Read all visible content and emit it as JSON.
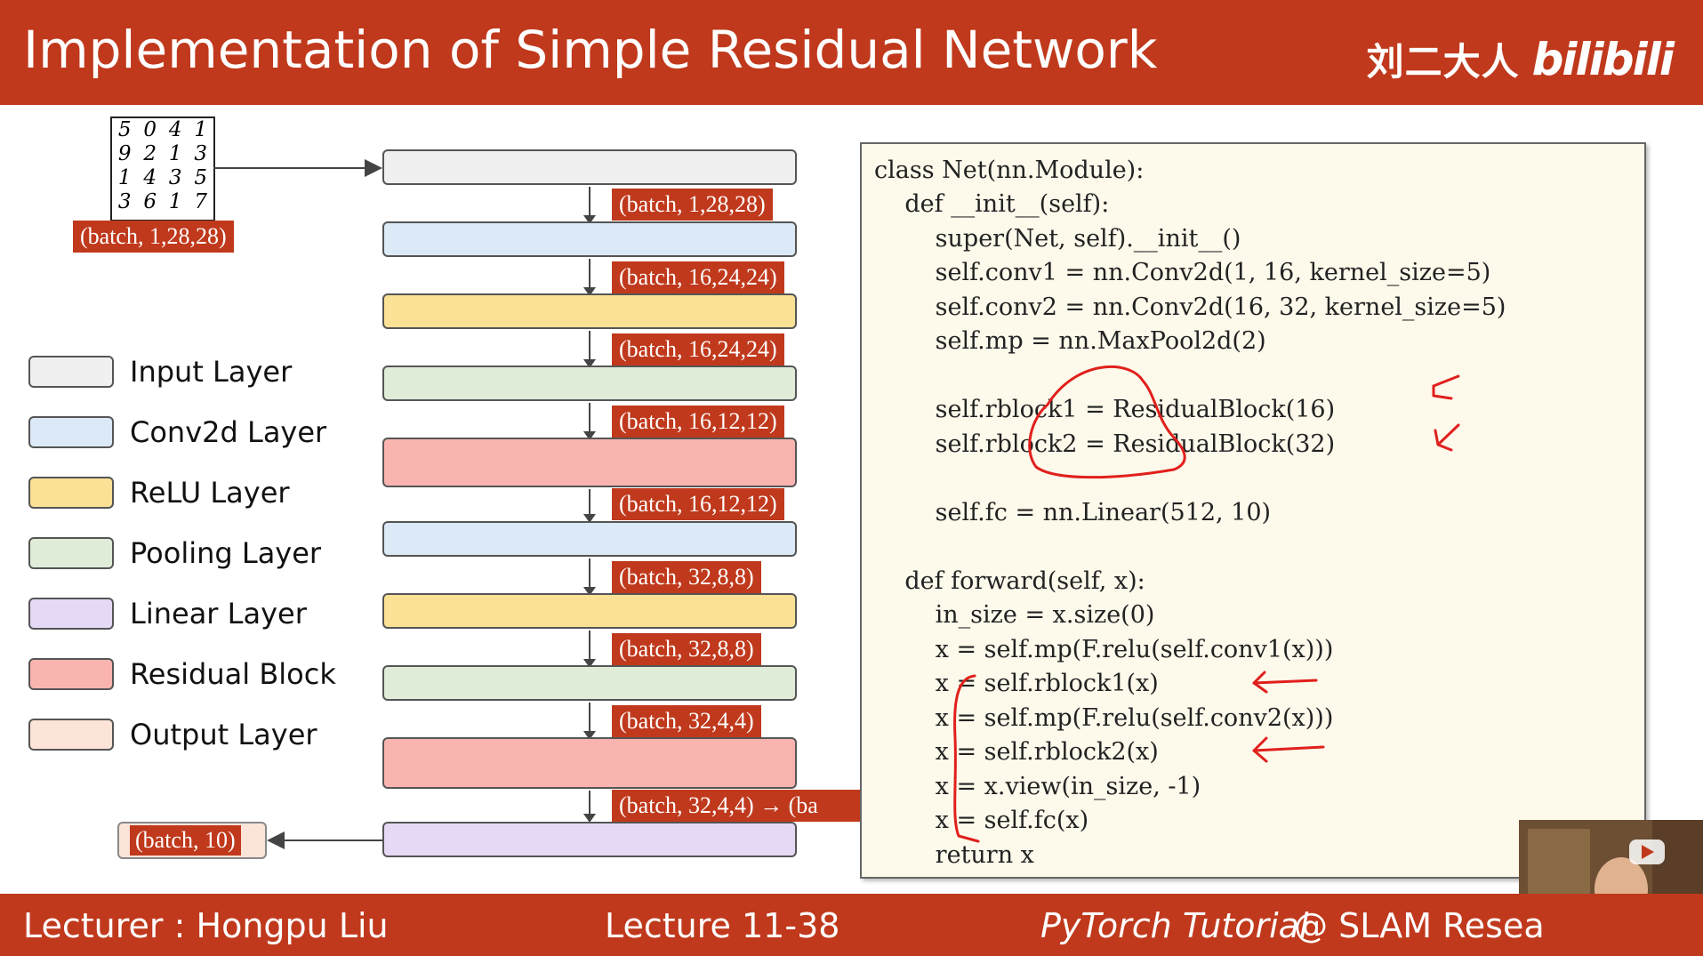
{
  "header": {
    "title": "Implementation of Simple Residual Network",
    "brand_name": "刘二大人",
    "brand_logo": "bilibili"
  },
  "footer": {
    "lecturer": "Lecturer : Hongpu Liu",
    "lecture": "Lecture 11-38",
    "tutorial": "PyTorch Tutorial",
    "org": "@ SLAM Resea"
  },
  "mnist_digits": [
    [
      "5",
      "0",
      "4",
      "1"
    ],
    [
      "9",
      "2",
      "1",
      "3"
    ],
    [
      "1",
      "4",
      "3",
      "5"
    ],
    [
      "3",
      "6",
      "1",
      "7"
    ]
  ],
  "input_shape": "(batch, 1,28,28)",
  "output_shape": "(batch, 10)",
  "shape_labels": [
    "(batch, 1,28,28)",
    "(batch, 16,24,24)",
    "(batch, 16,24,24)",
    "(batch, 16,12,12)",
    "(batch, 16,12,12)",
    "(batch, 32,8,8)",
    "(batch, 32,8,8)",
    "(batch, 32,4,4)",
    "(batch, 32,4,4) → (ba"
  ],
  "legend": [
    {
      "label": "Input Layer",
      "color": "#f0f0f0"
    },
    {
      "label": "Conv2d Layer",
      "color": "#dce9f7"
    },
    {
      "label": "ReLU Layer",
      "color": "#fbe196"
    },
    {
      "label": "Pooling Layer",
      "color": "#dfecd8"
    },
    {
      "label": "Linear Layer",
      "color": "#e6d9f5"
    },
    {
      "label": "Residual Block",
      "color": "#f9b4b0"
    },
    {
      "label": "Output Layer",
      "color": "#fde4d8"
    }
  ],
  "code_lines": [
    "class Net(nn.Module):",
    "    def __init__(self):",
    "        super(Net, self).__init__()",
    "        self.conv1 = nn.Conv2d(1, 16, kernel_size=5)",
    "        self.conv2 = nn.Conv2d(16, 32, kernel_size=5)",
    "        self.mp = nn.MaxPool2d(2)",
    "",
    "        self.rblock1 = ResidualBlock(16)",
    "        self.rblock2 = ResidualBlock(32)",
    "",
    "        self.fc = nn.Linear(512, 10)",
    "",
    "    def forward(self, x):",
    "        in_size = x.size(0)",
    "        x = self.mp(F.relu(self.conv1(x)))",
    "        x = self.rblock1(x)",
    "        x = self.mp(F.relu(self.conv2(x)))",
    "        x = self.rblock2(x)",
    "        x = x.view(in_size, -1)",
    "        x = self.fc(x)",
    "        return x"
  ],
  "colors": {
    "accent": "#c0391c",
    "annotation": "#e0201c",
    "code_bg": "#fdf9eb"
  }
}
